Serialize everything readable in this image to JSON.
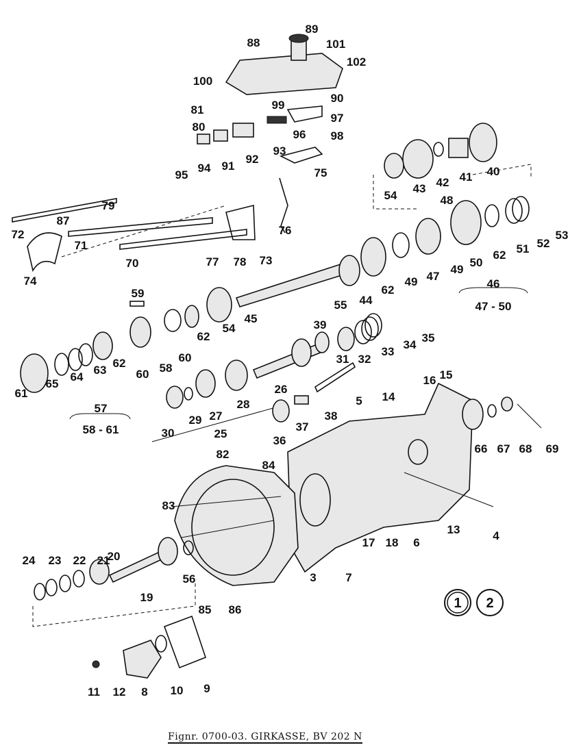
{
  "caption": "Fignr. 0700-03.  GIRKASSE, BV 202 N",
  "variant_markers": [
    "1",
    "2"
  ],
  "labels": [
    "89",
    "88",
    "101",
    "102",
    "100",
    "90",
    "81",
    "99",
    "97",
    "80",
    "96",
    "98",
    "93",
    "95",
    "94",
    "91",
    "92",
    "75",
    "54",
    "43",
    "42",
    "41",
    "40",
    "79",
    "72",
    "87",
    "48",
    "71",
    "77",
    "78",
    "73",
    "76",
    "70",
    "74",
    "53",
    "52",
    "51",
    "50",
    "62",
    "49",
    "47",
    "62",
    "49",
    "44",
    "55",
    "39",
    "46",
    "47 - 50",
    "59",
    "45",
    "54",
    "62",
    "60",
    "58",
    "60",
    "62",
    "63",
    "64",
    "65",
    "61",
    "57",
    "58 - 61",
    "35",
    "34",
    "33",
    "32",
    "31",
    "26",
    "28",
    "27",
    "29",
    "30",
    "25",
    "16",
    "15",
    "14",
    "5",
    "38",
    "37",
    "36",
    "66",
    "67",
    "68",
    "69",
    "82",
    "84",
    "83",
    "13",
    "4",
    "17",
    "18",
    "6",
    "20",
    "24",
    "23",
    "22",
    "21",
    "56",
    "3",
    "7",
    "19",
    "85",
    "86",
    "11",
    "12",
    "8",
    "10",
    "9"
  ]
}
